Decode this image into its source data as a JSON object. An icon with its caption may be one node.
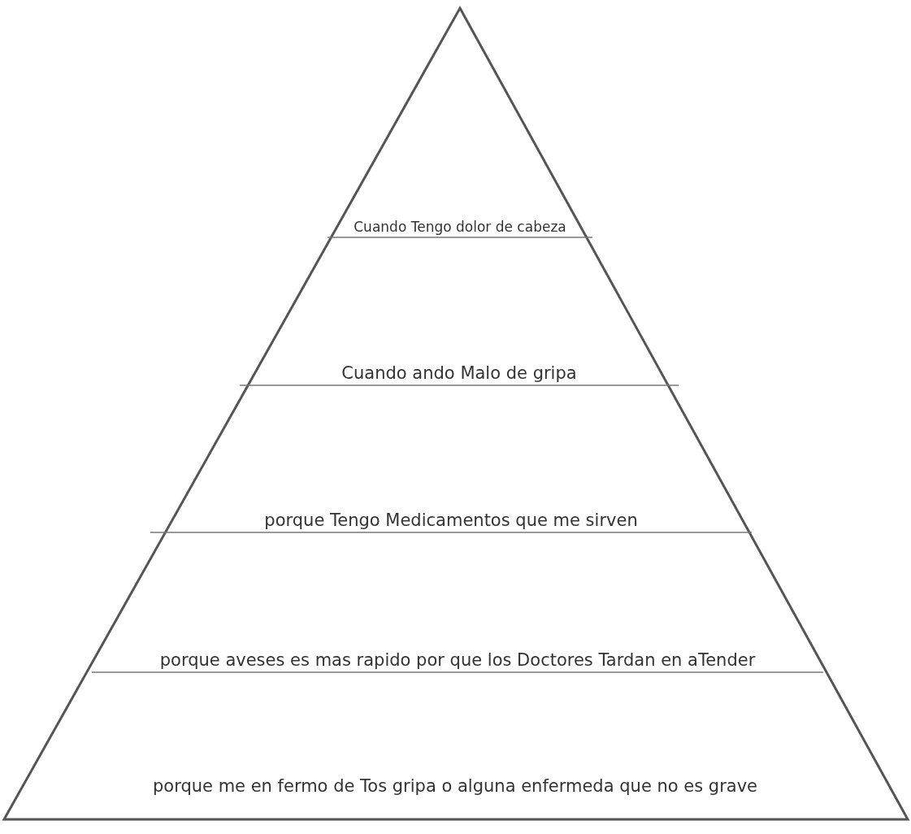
{
  "diagram": {
    "nodes": [
      {
        "text": [
          "Cuando Tengo dolor de cabeza",
          "Cuando ando Malo de gripa",
          "porque Tengo Medicamentos que me sirven",
          "porque aveses es mas rapido por que los Doctores Tardan en aTender",
          "porque me en fermo de Tos gripa o alguna enfermeda que no es grave"
        ]
      }
    ],
    "edges": []
  }
}
